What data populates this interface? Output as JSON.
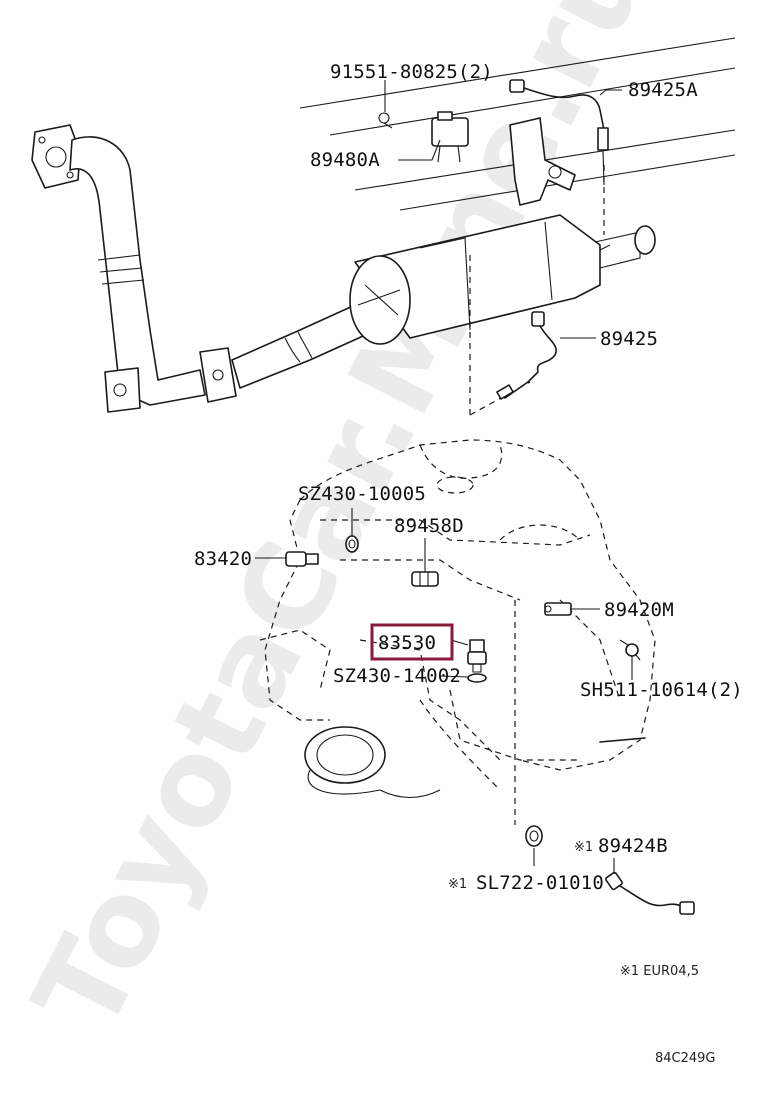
{
  "watermark": "ToyotaCar.Mine.ru",
  "callouts": {
    "p91551": "91551-80825(2)",
    "p89425A": "89425A",
    "p89480A": "89480A",
    "p89425": "89425",
    "pSZ430_10005": "SZ430-10005",
    "p89458D": "89458D",
    "p83420": "83420",
    "p89420M": "89420M",
    "p83530": "83530",
    "pSZ430_14002": "SZ430-14002",
    "pSH511": "SH511-10614(2)",
    "p89424B_mark": "※1",
    "p89424B": "89424B",
    "pSL722_mark": "※1",
    "pSL722": "SL722-01010"
  },
  "footnote": "※1 EUR04,5",
  "diagram_code": "84C249G",
  "highlight": {
    "part": "83530",
    "color": "#8b1a3a"
  }
}
